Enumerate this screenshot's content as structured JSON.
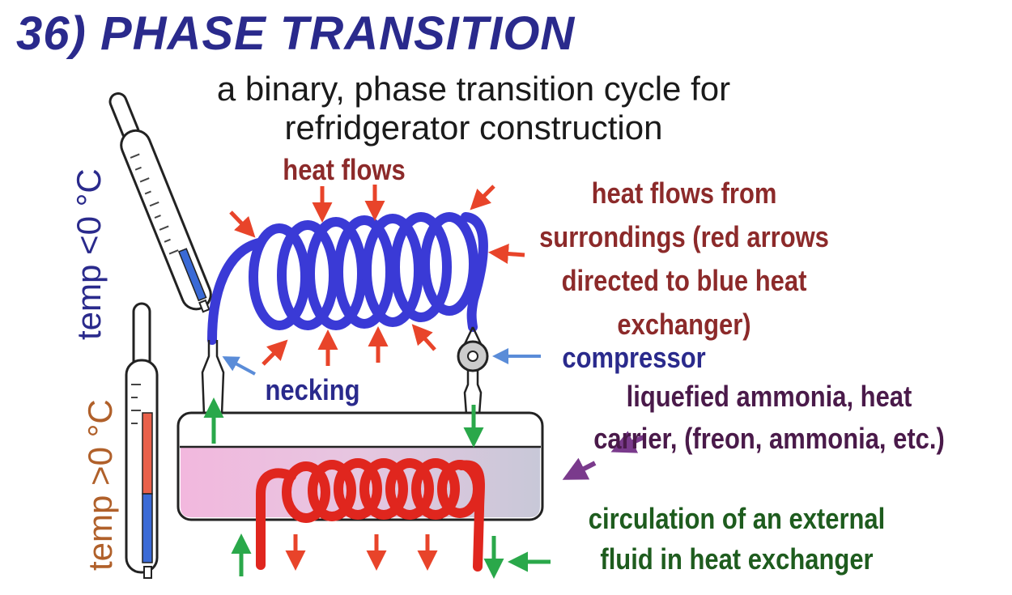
{
  "title": "36) PHASE TRANSITION",
  "subtitle": "a binary, phase transition cycle for refridgerator construction",
  "labels": {
    "heat_flows_top": "heat flows",
    "heat_flows_right": "heat flows from surrondings (red arrows directed to blue heat exchanger)",
    "necking": "necking",
    "compressor": "compressor",
    "liquefied": "liquefied ammonia, heat carrier, (freon, ammonia, etc.)",
    "circulation": "circulation of an external fluid in heat exchanger",
    "temp_below": "temp <0 °C",
    "temp_above": "temp >0 °C"
  },
  "colors": {
    "title": "#2a2a8c",
    "heat_arrow": "#e8442a",
    "blue_coil": "#3a3ad6",
    "red_coil": "#e0261e",
    "green_arrow": "#2aa84a",
    "liquid": "#e8b8d8"
  }
}
